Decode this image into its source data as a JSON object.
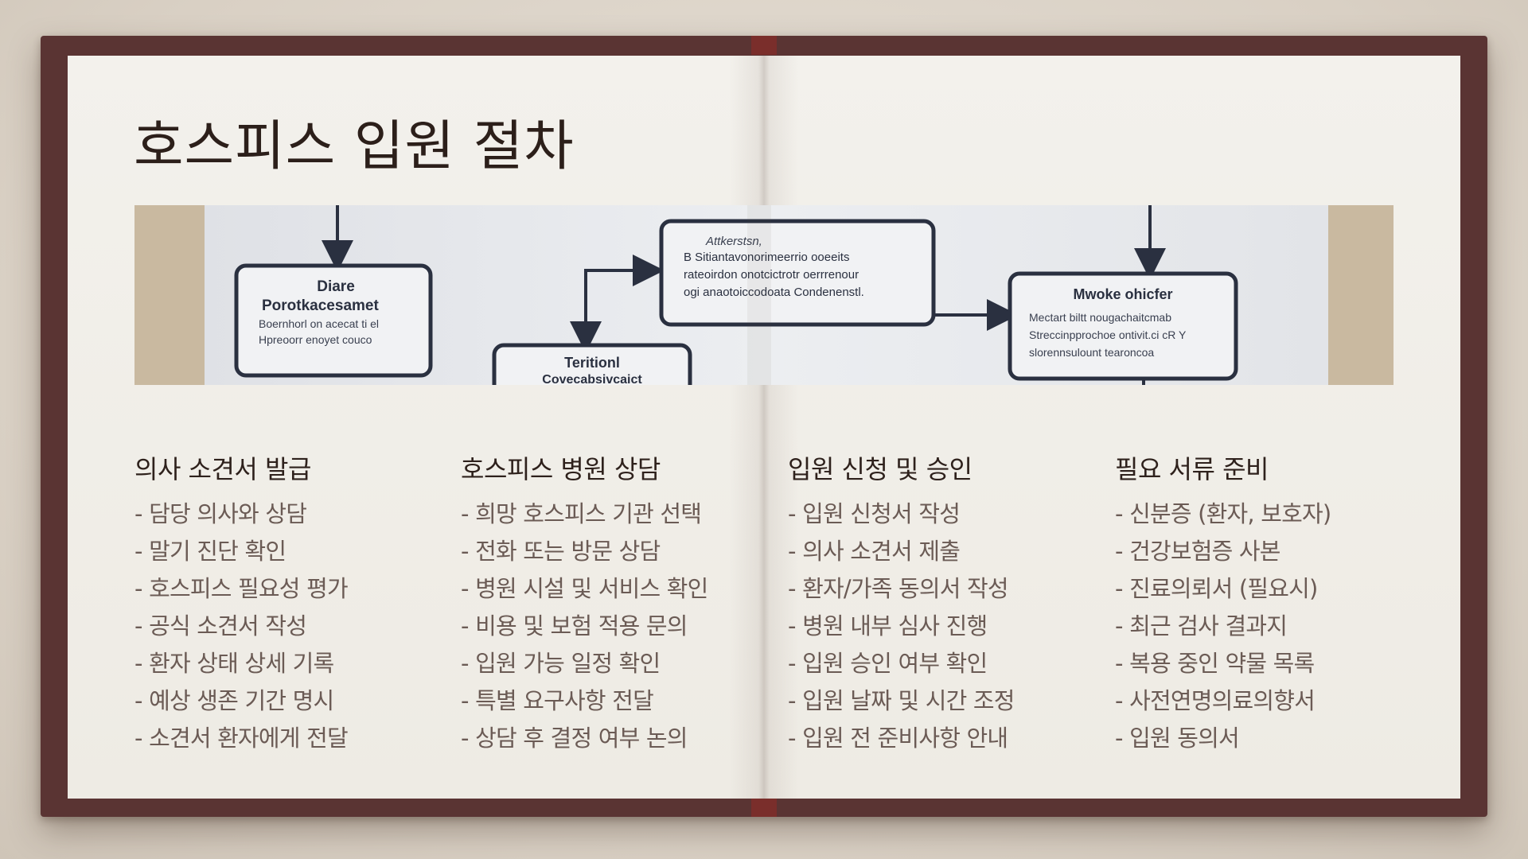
{
  "title": "호스피스 입원 절차",
  "banner": {
    "image_description": "flowchart illustration",
    "boxes": [
      {
        "heading": "Diare",
        "sub": "Porotkacesamet",
        "lines": [
          "Boernhorl on acecat ti el",
          "Hpreoorr enoyet couco"
        ]
      },
      {
        "heading": "Teritionl",
        "sub": "Covecabsivcaict",
        "lines": []
      },
      {
        "heading": "Attkerstsn,",
        "sub": "",
        "lines": [
          "B Sitiantavonorimeerrio ooeeits",
          "rateoirdon onotcictrotr oerrrenour",
          "ogi anaotoiccodoata Condenenstl."
        ]
      },
      {
        "heading": "Mwoke ohicfer",
        "sub": "",
        "lines": [
          "Mectart biltt nougachaitcmab",
          "Streccinpprochoe ontivit.ci cR Y",
          "slorennsulount tearoncoa"
        ]
      }
    ]
  },
  "columns": [
    {
      "heading": "의사 소견서 발급",
      "items": [
        "- 담당 의사와 상담",
        "- 말기 진단 확인",
        "- 호스피스 필요성 평가",
        "- 공식 소견서 작성",
        "- 환자 상태 상세 기록",
        "- 예상 생존 기간 명시",
        "- 소견서 환자에게 전달"
      ]
    },
    {
      "heading": "호스피스 병원 상담",
      "items": [
        "- 희망 호스피스 기관 선택",
        "- 전화 또는 방문 상담",
        "- 병원 시설 및 서비스 확인",
        "- 비용 및 보험 적용 문의",
        "- 입원 가능 일정 확인",
        "- 특별 요구사항 전달",
        "- 상담 후 결정 여부 논의"
      ]
    },
    {
      "heading": "입원 신청 및 승인",
      "items": [
        "- 입원 신청서 작성",
        "- 의사 소견서 제출",
        "- 환자/가족 동의서 작성",
        "- 병원 내부 심사 진행",
        "- 입원 승인 여부 확인",
        "- 입원 날짜 및 시간 조정",
        "- 입원 전 준비사항 안내"
      ]
    },
    {
      "heading": "필요 서류 준비",
      "items": [
        "- 신분증 (환자, 보호자)",
        "- 건강보험증 사본",
        "- 진료의뢰서 (필요시)",
        "- 최근 검사 결과지",
        "- 복용 중인 약물 목록",
        "- 사전연명의료의향서",
        "- 입원 동의서"
      ]
    }
  ]
}
